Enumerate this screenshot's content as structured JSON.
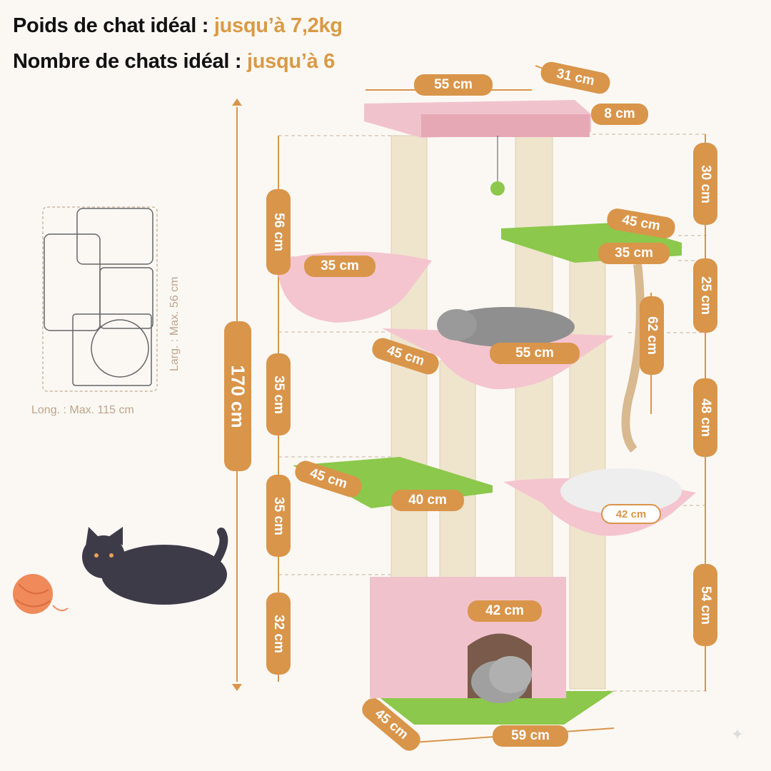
{
  "header": {
    "weight_label": "Poids de chat idéal :",
    "weight_value": "jusqu’à 7,2kg",
    "cats_label": "Nombre de chats idéal :",
    "cats_value": "jusqu’à 6"
  },
  "dimensions": {
    "total_height": "170 cm",
    "top_width": "55 cm",
    "top_depth": "31 cm",
    "top_rim": "8 cm",
    "seg_top": "56 cm",
    "seg_mid": "35 cm",
    "seg_low": "35 cm",
    "seg_base": "32 cm",
    "right_30": "30 cm",
    "right_25": "25 cm",
    "right_48": "48 cm",
    "right_54": "54 cm",
    "rope": "62 cm",
    "hammock_top": "35 cm",
    "green_top_w": "45 cm",
    "green_top_d": "35 cm",
    "middle_hammock_d": "45 cm",
    "middle_hammock_w": "55 cm",
    "green_low_d": "45 cm",
    "green_low_w": "40 cm",
    "right_hammock": "42 cm",
    "box_width": "42 cm",
    "base_depth": "45 cm",
    "base_width": "59 cm"
  },
  "footprint": {
    "width_label": "Larg. : Max. 56 cm",
    "length_label": "Long. : Max. 115 cm"
  },
  "colors": {
    "accent": "#d9954a",
    "pink": "#f0c3cc",
    "green": "#8cc84b",
    "sisal": "#efe4cc"
  }
}
